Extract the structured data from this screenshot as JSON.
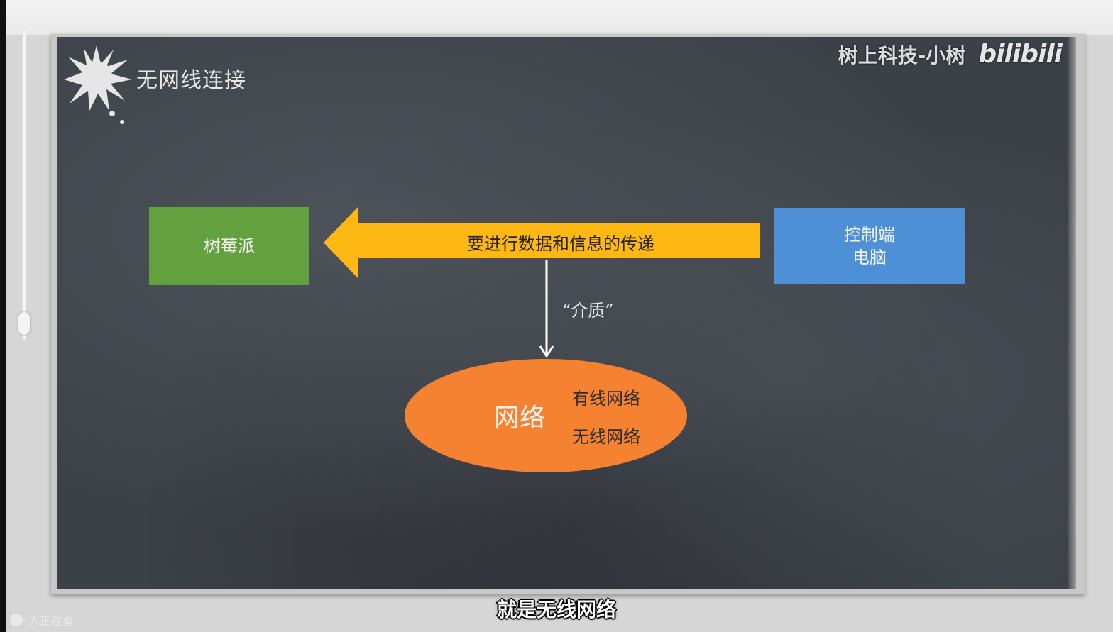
{
  "slide": {
    "title": "无网线连接",
    "watermark": "树上科技-小树",
    "brand_logo_text": "bilibili"
  },
  "diagram": {
    "left_box": {
      "label": "树莓派",
      "color": "#63a03e"
    },
    "right_box": {
      "line1": "控制端",
      "line2": "电脑",
      "color": "#4e90d6"
    },
    "arrow": {
      "label": "要进行数据和信息的传递",
      "color": "#fdb813"
    },
    "medium_label": "“介质”",
    "network": {
      "main": "网络",
      "option1": "有线网络",
      "option2": "无线网络",
      "color": "#f58230"
    }
  },
  "caption": "就是无线网络",
  "bottom_overlay": "人正在看"
}
